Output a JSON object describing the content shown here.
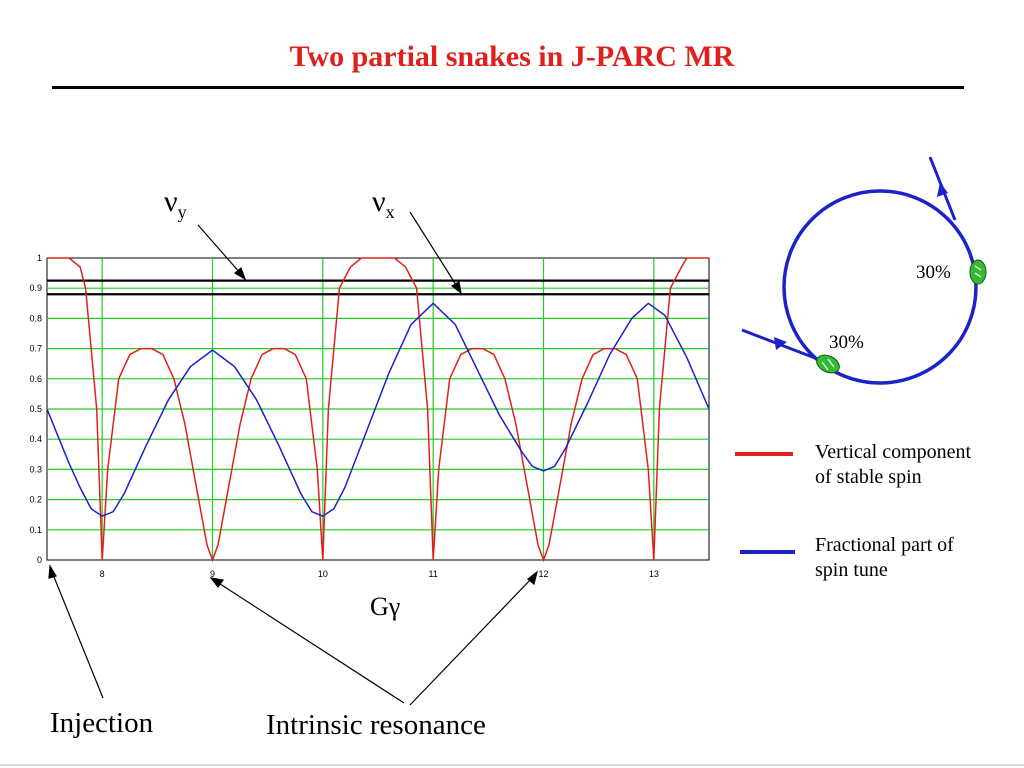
{
  "title": "Two partial snakes in J-PARC MR",
  "colors": {
    "title": "#e0201c",
    "vertical": "#e0201c",
    "fractional": "#1a22c8",
    "grid": "#22cc22",
    "ring": "#1a22c8",
    "snake": "#33bb33"
  },
  "chart_data": {
    "type": "line",
    "xlabel": "Gγ",
    "ylabel": "",
    "xlim": [
      7.5,
      13.5
    ],
    "ylim": [
      0,
      1
    ],
    "xticks": [
      "8",
      "9",
      "10",
      "11",
      "12",
      "13"
    ],
    "yticks": [
      "0",
      "0.1",
      "0.2",
      "0.3",
      "0.4",
      "0.5",
      "0.6",
      "0.7",
      "0.8",
      "0.9",
      "1"
    ],
    "grid": true,
    "series": [
      {
        "name": "Vertical component of stable spin",
        "color": "#e0201c",
        "x": [
          7.5,
          7.7,
          7.8,
          7.85,
          7.95,
          8.0,
          8.05,
          8.15,
          8.25,
          8.35,
          8.45,
          8.55,
          8.65,
          8.75,
          8.85,
          8.95,
          9.0,
          9.05,
          9.15,
          9.25,
          9.35,
          9.45,
          9.55,
          9.65,
          9.75,
          9.85,
          9.95,
          10.0,
          10.05,
          10.15,
          10.25,
          10.35,
          10.5,
          10.65,
          10.75,
          10.85,
          10.95,
          11.0,
          11.05,
          11.15,
          11.25,
          11.35,
          11.45,
          11.55,
          11.65,
          11.75,
          11.85,
          11.95,
          12.0,
          12.05,
          12.15,
          12.25,
          12.35,
          12.45,
          12.55,
          12.65,
          12.75,
          12.85,
          12.95,
          13.0,
          13.05,
          13.15,
          13.25,
          13.3,
          13.35,
          13.45,
          13.5
        ],
        "y": [
          1.0,
          1.0,
          0.97,
          0.9,
          0.5,
          0.0,
          0.3,
          0.6,
          0.68,
          0.7,
          0.7,
          0.68,
          0.6,
          0.45,
          0.25,
          0.05,
          0.0,
          0.05,
          0.25,
          0.45,
          0.6,
          0.68,
          0.7,
          0.7,
          0.68,
          0.6,
          0.3,
          0.0,
          0.5,
          0.9,
          0.97,
          1.0,
          1.0,
          1.0,
          0.97,
          0.9,
          0.5,
          0.0,
          0.3,
          0.6,
          0.68,
          0.7,
          0.7,
          0.68,
          0.6,
          0.45,
          0.25,
          0.05,
          0.0,
          0.05,
          0.25,
          0.45,
          0.6,
          0.68,
          0.7,
          0.7,
          0.68,
          0.6,
          0.3,
          0.0,
          0.5,
          0.9,
          0.97,
          1.0,
          1.0,
          1.0,
          1.0
        ]
      },
      {
        "name": "Fractional part of spin tune",
        "color": "#1a22c8",
        "x": [
          7.5,
          7.6,
          7.7,
          7.8,
          7.9,
          8.0,
          8.1,
          8.2,
          8.4,
          8.6,
          8.8,
          9.0,
          9.2,
          9.4,
          9.6,
          9.8,
          9.9,
          10.0,
          10.1,
          10.2,
          10.4,
          10.6,
          10.8,
          11.0,
          11.2,
          11.4,
          11.6,
          11.8,
          11.9,
          12.0,
          12.1,
          12.2,
          12.4,
          12.6,
          12.8,
          12.95,
          13.1,
          13.3,
          13.5
        ],
        "y": [
          0.5,
          0.41,
          0.32,
          0.24,
          0.17,
          0.145,
          0.16,
          0.22,
          0.38,
          0.53,
          0.64,
          0.695,
          0.64,
          0.53,
          0.38,
          0.22,
          0.16,
          0.145,
          0.17,
          0.24,
          0.43,
          0.62,
          0.78,
          0.85,
          0.78,
          0.63,
          0.48,
          0.36,
          0.31,
          0.295,
          0.31,
          0.37,
          0.52,
          0.68,
          0.8,
          0.85,
          0.81,
          0.67,
          0.5
        ]
      }
    ],
    "hlines": [
      0.925,
      0.88
    ],
    "annotations": [
      "νy",
      "νx",
      "Injection",
      "Intrinsic resonance"
    ]
  },
  "legend": [
    {
      "line1": "Vertical component",
      "line2": "of stable spin",
      "color": "#e0201c"
    },
    {
      "line1": "Fractional part of",
      "line2": "spin tune",
      "color": "#1a22c8"
    }
  ],
  "labels": {
    "nu_y_main": "ν",
    "nu_y_sub": "y",
    "nu_x_main": "ν",
    "nu_x_sub": "x",
    "injection": "Injection",
    "intrinsic": "Intrinsic resonance"
  },
  "ring": {
    "snake1_label": "30%",
    "snake2_label": "30%"
  }
}
